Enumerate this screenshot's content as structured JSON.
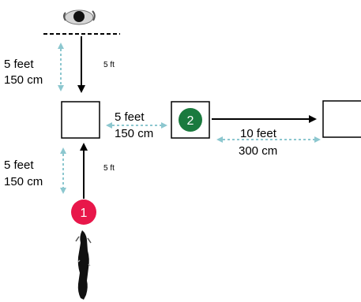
{
  "labels": {
    "start_to_box1_feet": "5 feet",
    "start_to_box1_cm": "150 cm",
    "start_to_box1_small": "5 ft",
    "box1_to_top_feet": "5 feet",
    "box1_to_top_cm": "150 cm",
    "box1_to_top_small": "5 ft",
    "box1_to_box2_feet": "5 feet",
    "box1_to_box2_cm": "150 cm",
    "box2_to_box3_feet": "10 feet",
    "box2_to_box3_cm": "300 cm"
  },
  "markers": {
    "start_number": "1",
    "second_number": "2"
  },
  "colors": {
    "start_marker": "#e8174a",
    "second_marker": "#1a7a3e",
    "dimension_arrow": "#8cc7cf",
    "line": "#000000"
  }
}
